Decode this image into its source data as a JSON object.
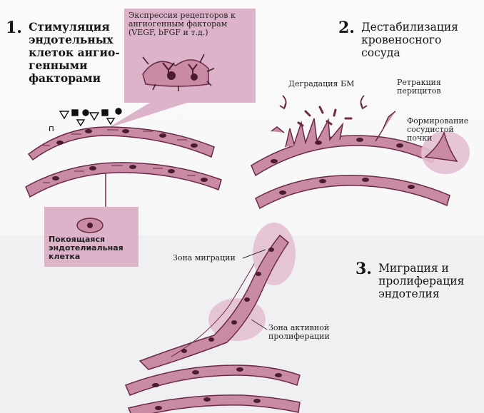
{
  "steps": [
    {
      "number": "1.",
      "title_lines": [
        "Стимуляция",
        "эндотельных",
        "клеток ангио-",
        "генными",
        "факторами"
      ]
    },
    {
      "number": "2.",
      "title_lines": [
        "Дестабилизация",
        "кровеносного",
        "сосуда"
      ]
    },
    {
      "number": "3.",
      "title_lines": [
        "Миграция и",
        "пролиферация",
        "эндотелия"
      ]
    }
  ],
  "callouts": {
    "receptor_expression": [
      "Экспрессия рецепторов к",
      "ангиогенным факторам",
      "(VEGF, bFGF и т.д.)"
    ],
    "resting_cell": [
      "Покоящаяся",
      "эндотелиальная",
      "клетка"
    ],
    "bm_degradation": "Деградация БМ",
    "pericyte_retraction": [
      "Ретракция",
      "перицитов"
    ],
    "bud_formation": [
      "Формирование",
      "сосудистой",
      "почки"
    ],
    "migration_zone": "Зона миграции",
    "proliferation_zone": [
      "Зона активной",
      "пролиферации"
    ]
  },
  "colors": {
    "cell_fill": "#c98aa6",
    "cell_stroke": "#6b2a45",
    "nucleus": "#4a1c32",
    "callout_box": "#dcb3c9",
    "bud_glow": "#e2bfd2"
  }
}
